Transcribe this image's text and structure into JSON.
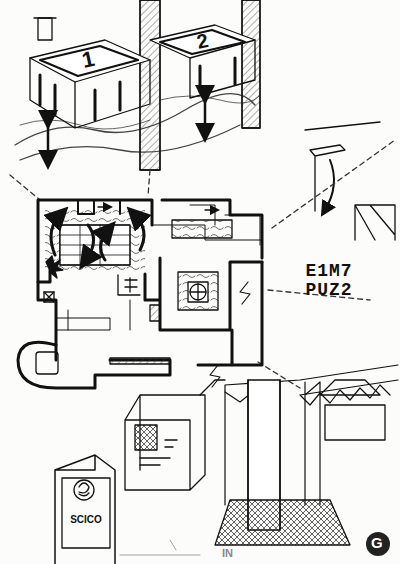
{
  "diagram": {
    "title": "E1M7 PUZ2",
    "nodes": [
      {
        "text": [
          "1"
        ]
      },
      {
        "text": [
          "2"
        ]
      },
      {
        "text": [
          "SCICO"
        ]
      }
    ],
    "labels": [
      "IN",
      "G"
    ]
  }
}
